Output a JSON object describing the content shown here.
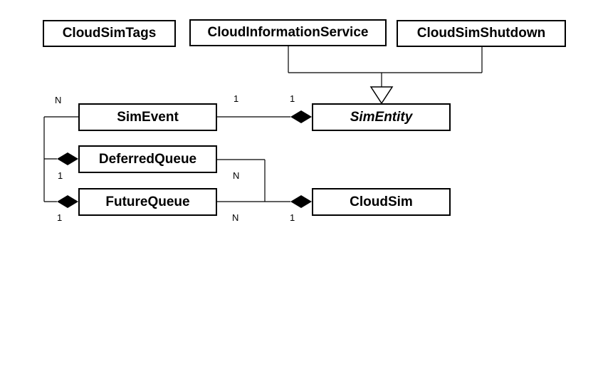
{
  "classes": {
    "cloudsimtags": "CloudSimTags",
    "cloudinformationservice": "CloudInformationService",
    "cloudsimshutdown": "CloudSimShutdown",
    "simevent": "SimEvent",
    "simentity": "SimEntity",
    "deferredqueue": "DeferredQueue",
    "futurequeue": "FutureQueue",
    "cloudsim": "CloudSim"
  },
  "multiplicities": {
    "simevent_left": "N",
    "simevent_right": "1",
    "simentity_left": "1",
    "deferredqueue_left": "1",
    "deferredqueue_right": "N",
    "futurequeue_left": "1",
    "futurequeue_right": "N",
    "cloudsim_left": "1"
  }
}
